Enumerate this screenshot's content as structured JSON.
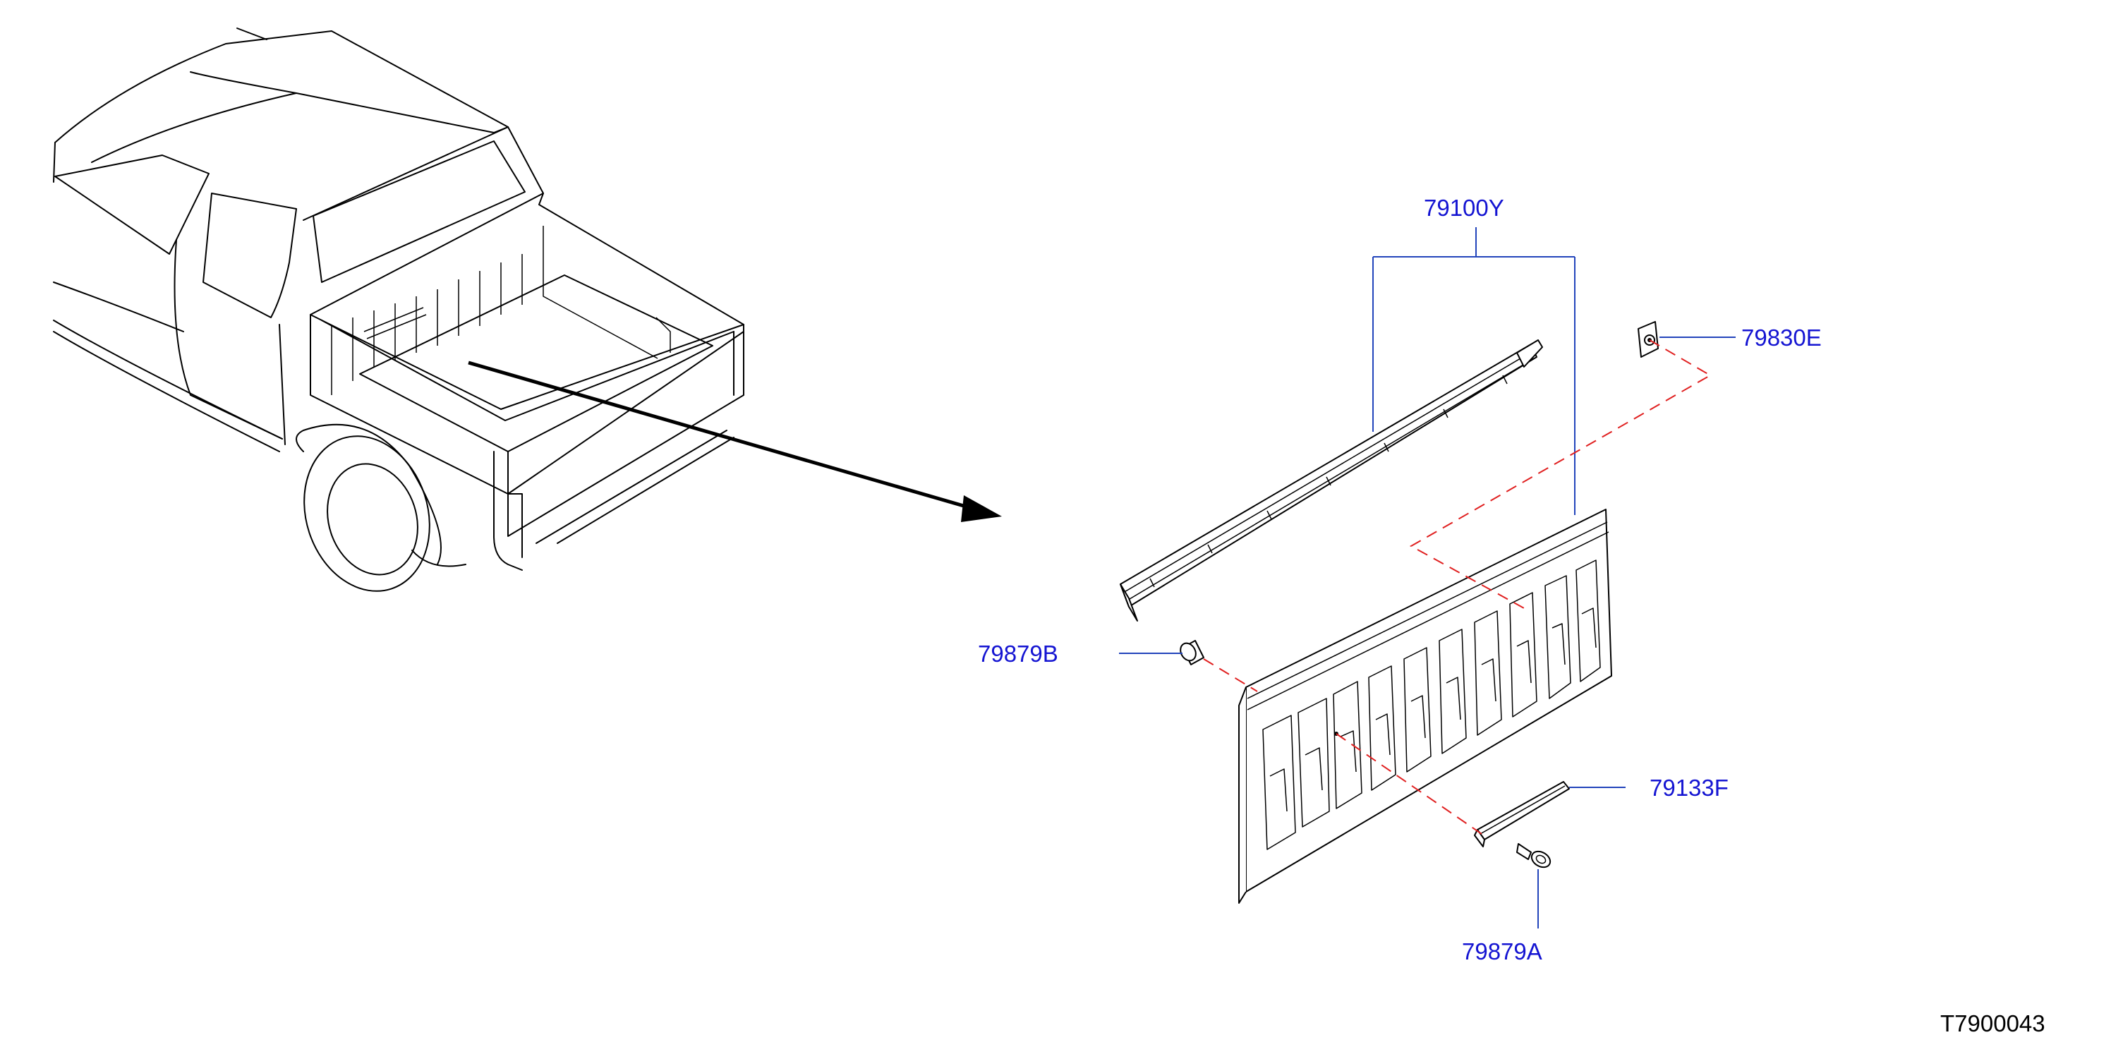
{
  "colors": {
    "callout": "#1414d2",
    "leader": "#2244bb",
    "dashed_guide": "#e02020",
    "line_art": "#000000",
    "reference_code": "#000000"
  },
  "callouts": {
    "trim_strip": "79100Y",
    "clip": "79830E",
    "spacer": "79879B",
    "bracket": "79133F",
    "bolt": "79879A"
  },
  "reference_code": "T7900043"
}
